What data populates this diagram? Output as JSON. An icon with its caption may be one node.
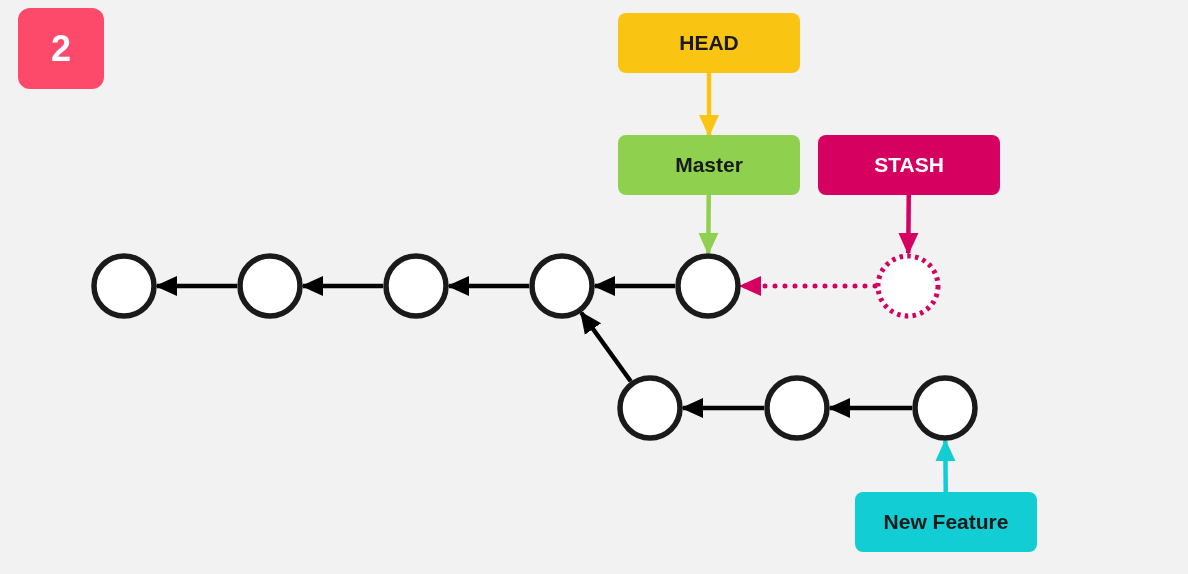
{
  "diagram": {
    "nodes": [
      {
        "text": [
          "2"
        ]
      },
      {
        "text": [
          "HEAD"
        ]
      },
      {
        "text": [
          "Master"
        ]
      },
      {
        "text": [
          "STASH"
        ]
      },
      {
        "text": [],
        "shape": "circle"
      },
      {
        "text": [],
        "shape": "circle"
      },
      {
        "text": [],
        "shape": "circle"
      },
      {
        "text": [],
        "shape": "circle"
      },
      {
        "text": [],
        "shape": "circle"
      },
      {
        "text": [],
        "shape": "circle"
      },
      {
        "text": [],
        "shape": "circle"
      },
      {
        "text": [],
        "shape": "circle"
      },
      {
        "text": [],
        "shape": "circle"
      },
      {
        "text": [
          "New Feature"
        ]
      }
    ],
    "edges": [
      {
        "from": 1,
        "to": 2,
        "arrow": "to",
        "color": "#f9c512"
      },
      {
        "from": 2,
        "to": 8,
        "arrow": "to",
        "color": "#8fd14f"
      },
      {
        "from": 3,
        "to": 9,
        "arrow": "to",
        "color": "#d5005f"
      },
      {
        "from": 8,
        "to": 7,
        "arrow": "to"
      },
      {
        "from": 7,
        "to": 6,
        "arrow": "to"
      },
      {
        "from": 6,
        "to": 5,
        "arrow": "to"
      },
      {
        "from": 5,
        "to": 4,
        "arrow": "to"
      },
      {
        "from": 9,
        "to": 8,
        "arrow": "to",
        "style": "dashed",
        "color": "#d5005f"
      },
      {
        "from": 10,
        "to": 7,
        "arrow": "to"
      },
      {
        "from": 11,
        "to": 10,
        "arrow": "to"
      },
      {
        "from": 12,
        "to": 11,
        "arrow": "to"
      },
      {
        "from": 13,
        "to": 12,
        "arrow": "to",
        "color": "#12cdd4"
      }
    ]
  }
}
